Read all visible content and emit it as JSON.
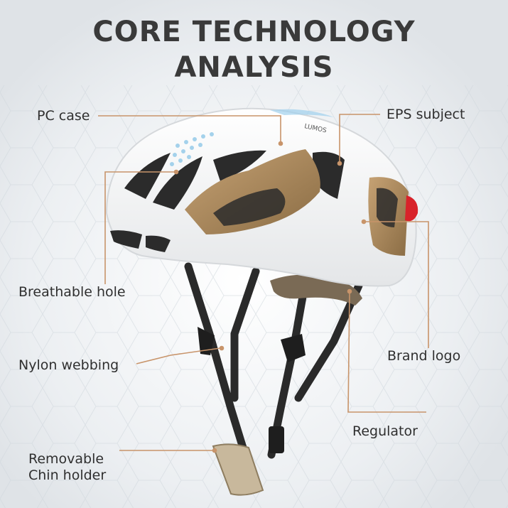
{
  "title": {
    "line1": "CORE TECHNOLOGY",
    "line2": "ANALYSIS"
  },
  "labels": {
    "pc_case": "PC case",
    "eps_subject": "EPS subject",
    "breathable_hole": "Breathable hole",
    "nylon_webbing": "Nylon webbing",
    "brand_logo": "Brand logo",
    "regulator": "Regulator",
    "chin_line1": "Removable",
    "chin_line2": "Chin holder"
  },
  "colors": {
    "callout": "#c8946a",
    "helmet_shell": "#f4f4f4",
    "eps": "#a88658",
    "strap": "#2a2a2a",
    "title": "#3a3a3a",
    "tail_light": "#d8222a"
  }
}
